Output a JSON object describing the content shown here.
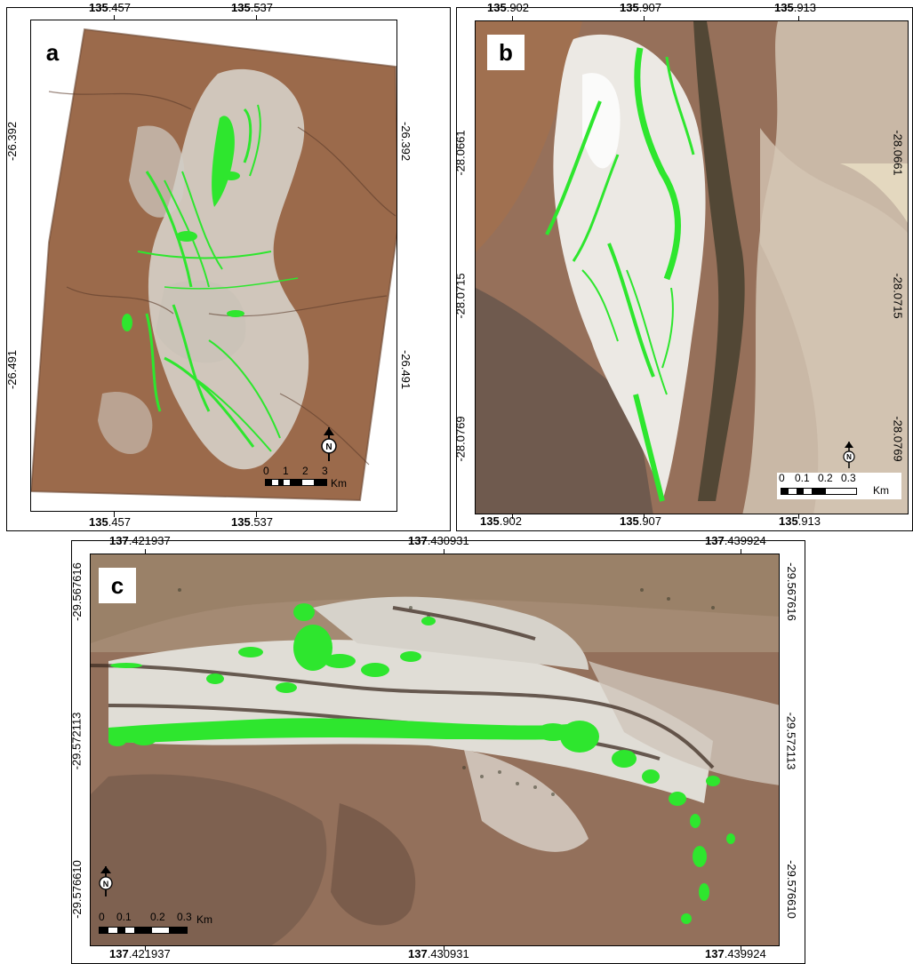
{
  "panels": {
    "a": {
      "letter": "a",
      "top_ticks": [
        {
          "bold": "135",
          "rest": ".457"
        },
        {
          "bold": "135",
          "rest": ".537"
        }
      ],
      "bottom_ticks": [
        {
          "bold": "135",
          "rest": ".457"
        },
        {
          "bold": "135",
          "rest": ".537"
        }
      ],
      "left_ticks": [
        {
          "bold": "-26",
          "rest": ".392"
        },
        {
          "bold": "-26",
          "rest": ".491"
        }
      ],
      "right_ticks": [
        {
          "bold": "-26",
          "rest": ".392"
        },
        {
          "bold": "-26",
          "rest": ".491"
        }
      ],
      "scale": {
        "labels": [
          "0",
          "1",
          "2",
          "3"
        ],
        "unit": "Km"
      },
      "north_label": "N"
    },
    "b": {
      "letter": "b",
      "top_ticks": [
        {
          "bold": "135",
          "rest": ".902"
        },
        {
          "bold": "135",
          "rest": ".907"
        },
        {
          "bold": "135",
          "rest": ".913"
        }
      ],
      "bottom_ticks": [
        {
          "bold": "135",
          "rest": ".902"
        },
        {
          "bold": "135",
          "rest": ".907"
        },
        {
          "bold": "135",
          "rest": ".913"
        }
      ],
      "left_ticks": [
        {
          "bold": "-28",
          "rest": ".0661"
        },
        {
          "bold": "-28",
          "rest": ".0715"
        },
        {
          "bold": "-28",
          "rest": ".0769"
        }
      ],
      "right_ticks": [
        {
          "bold": "-28",
          "rest": ".0661"
        },
        {
          "bold": "-28",
          "rest": ".0715"
        },
        {
          "bold": "-28",
          "rest": ".0769"
        }
      ],
      "scale": {
        "labels": [
          "0",
          "0.1",
          "0.2",
          "0.3"
        ],
        "unit": "Km"
      },
      "north_label": "N"
    },
    "c": {
      "letter": "c",
      "top_ticks": [
        {
          "bold": "137",
          "rest": ".421937"
        },
        {
          "bold": "137",
          "rest": ".430931"
        },
        {
          "bold": "137",
          "rest": ".439924"
        }
      ],
      "bottom_ticks": [
        {
          "bold": "137",
          "rest": ".421937"
        },
        {
          "bold": "137",
          "rest": ".430931"
        },
        {
          "bold": "137",
          "rest": ".439924"
        }
      ],
      "left_ticks": [
        {
          "bold": "-29",
          "rest": ".567616"
        },
        {
          "bold": "-29",
          "rest": ".572113"
        },
        {
          "bold": "-29",
          "rest": ".576610"
        }
      ],
      "right_ticks": [
        {
          "bold": "-29",
          "rest": ".567616"
        },
        {
          "bold": "-29",
          "rest": ".572113"
        },
        {
          "bold": "-29",
          "rest": ".576610"
        }
      ],
      "scale": {
        "labels": [
          "0",
          "0.1",
          "0.2",
          "0.3"
        ],
        "unit": "Km"
      },
      "north_label": "N"
    }
  },
  "colors": {
    "terrain": "#9a6a4a",
    "terrain_dark": "#6e4a34",
    "salt_flat": "#dcdcd6",
    "vegetation_highlight": "#2ee62e",
    "shrub_dots": "#3b3a2a"
  }
}
